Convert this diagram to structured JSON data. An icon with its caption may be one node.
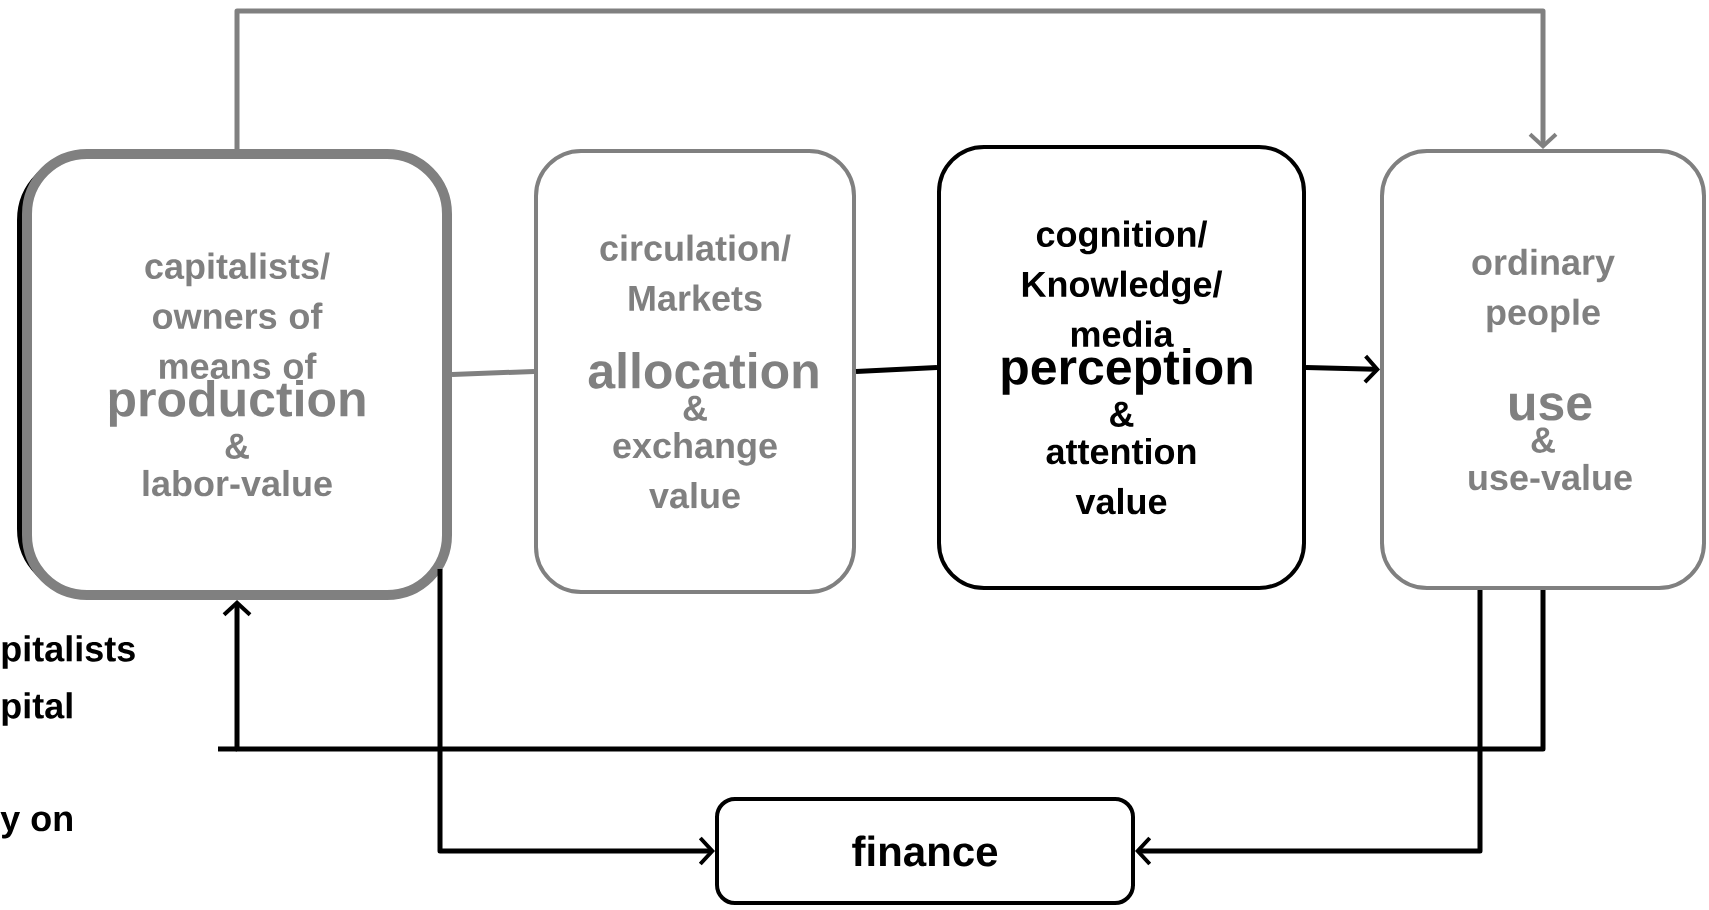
{
  "diagram": {
    "nodes": [
      {
        "text": [
          "capitalists/ owners of means of",
          "production",
          "&",
          "labor-value"
        ]
      },
      {
        "text": [
          "circulation/ Markets",
          "allocation",
          "&",
          "exchange value"
        ]
      },
      {
        "text": [
          "cognition/ Knowledge/ media",
          "perception",
          "&",
          "attention value"
        ]
      },
      {
        "text": [
          "ordinary people",
          "use",
          "&",
          "use-value"
        ]
      },
      {
        "text": [
          "finance"
        ]
      }
    ],
    "edges": [
      {
        "from": 0,
        "to": 3,
        "arrow": "to",
        "color": "#808080"
      },
      {
        "from": 0,
        "to": 1,
        "arrow": "none",
        "color": "#808080"
      },
      {
        "from": 1,
        "to": 2,
        "arrow": "none"
      },
      {
        "from": 2,
        "to": 3,
        "arrow": "to"
      },
      {
        "from": 3,
        "to": 0,
        "arrow": "to"
      },
      {
        "from": 0,
        "to": 4,
        "arrow": "to"
      },
      {
        "from": 3,
        "to": 4,
        "arrow": "to"
      }
    ],
    "labels": [
      "pitalists",
      "pital",
      "y on"
    ]
  }
}
